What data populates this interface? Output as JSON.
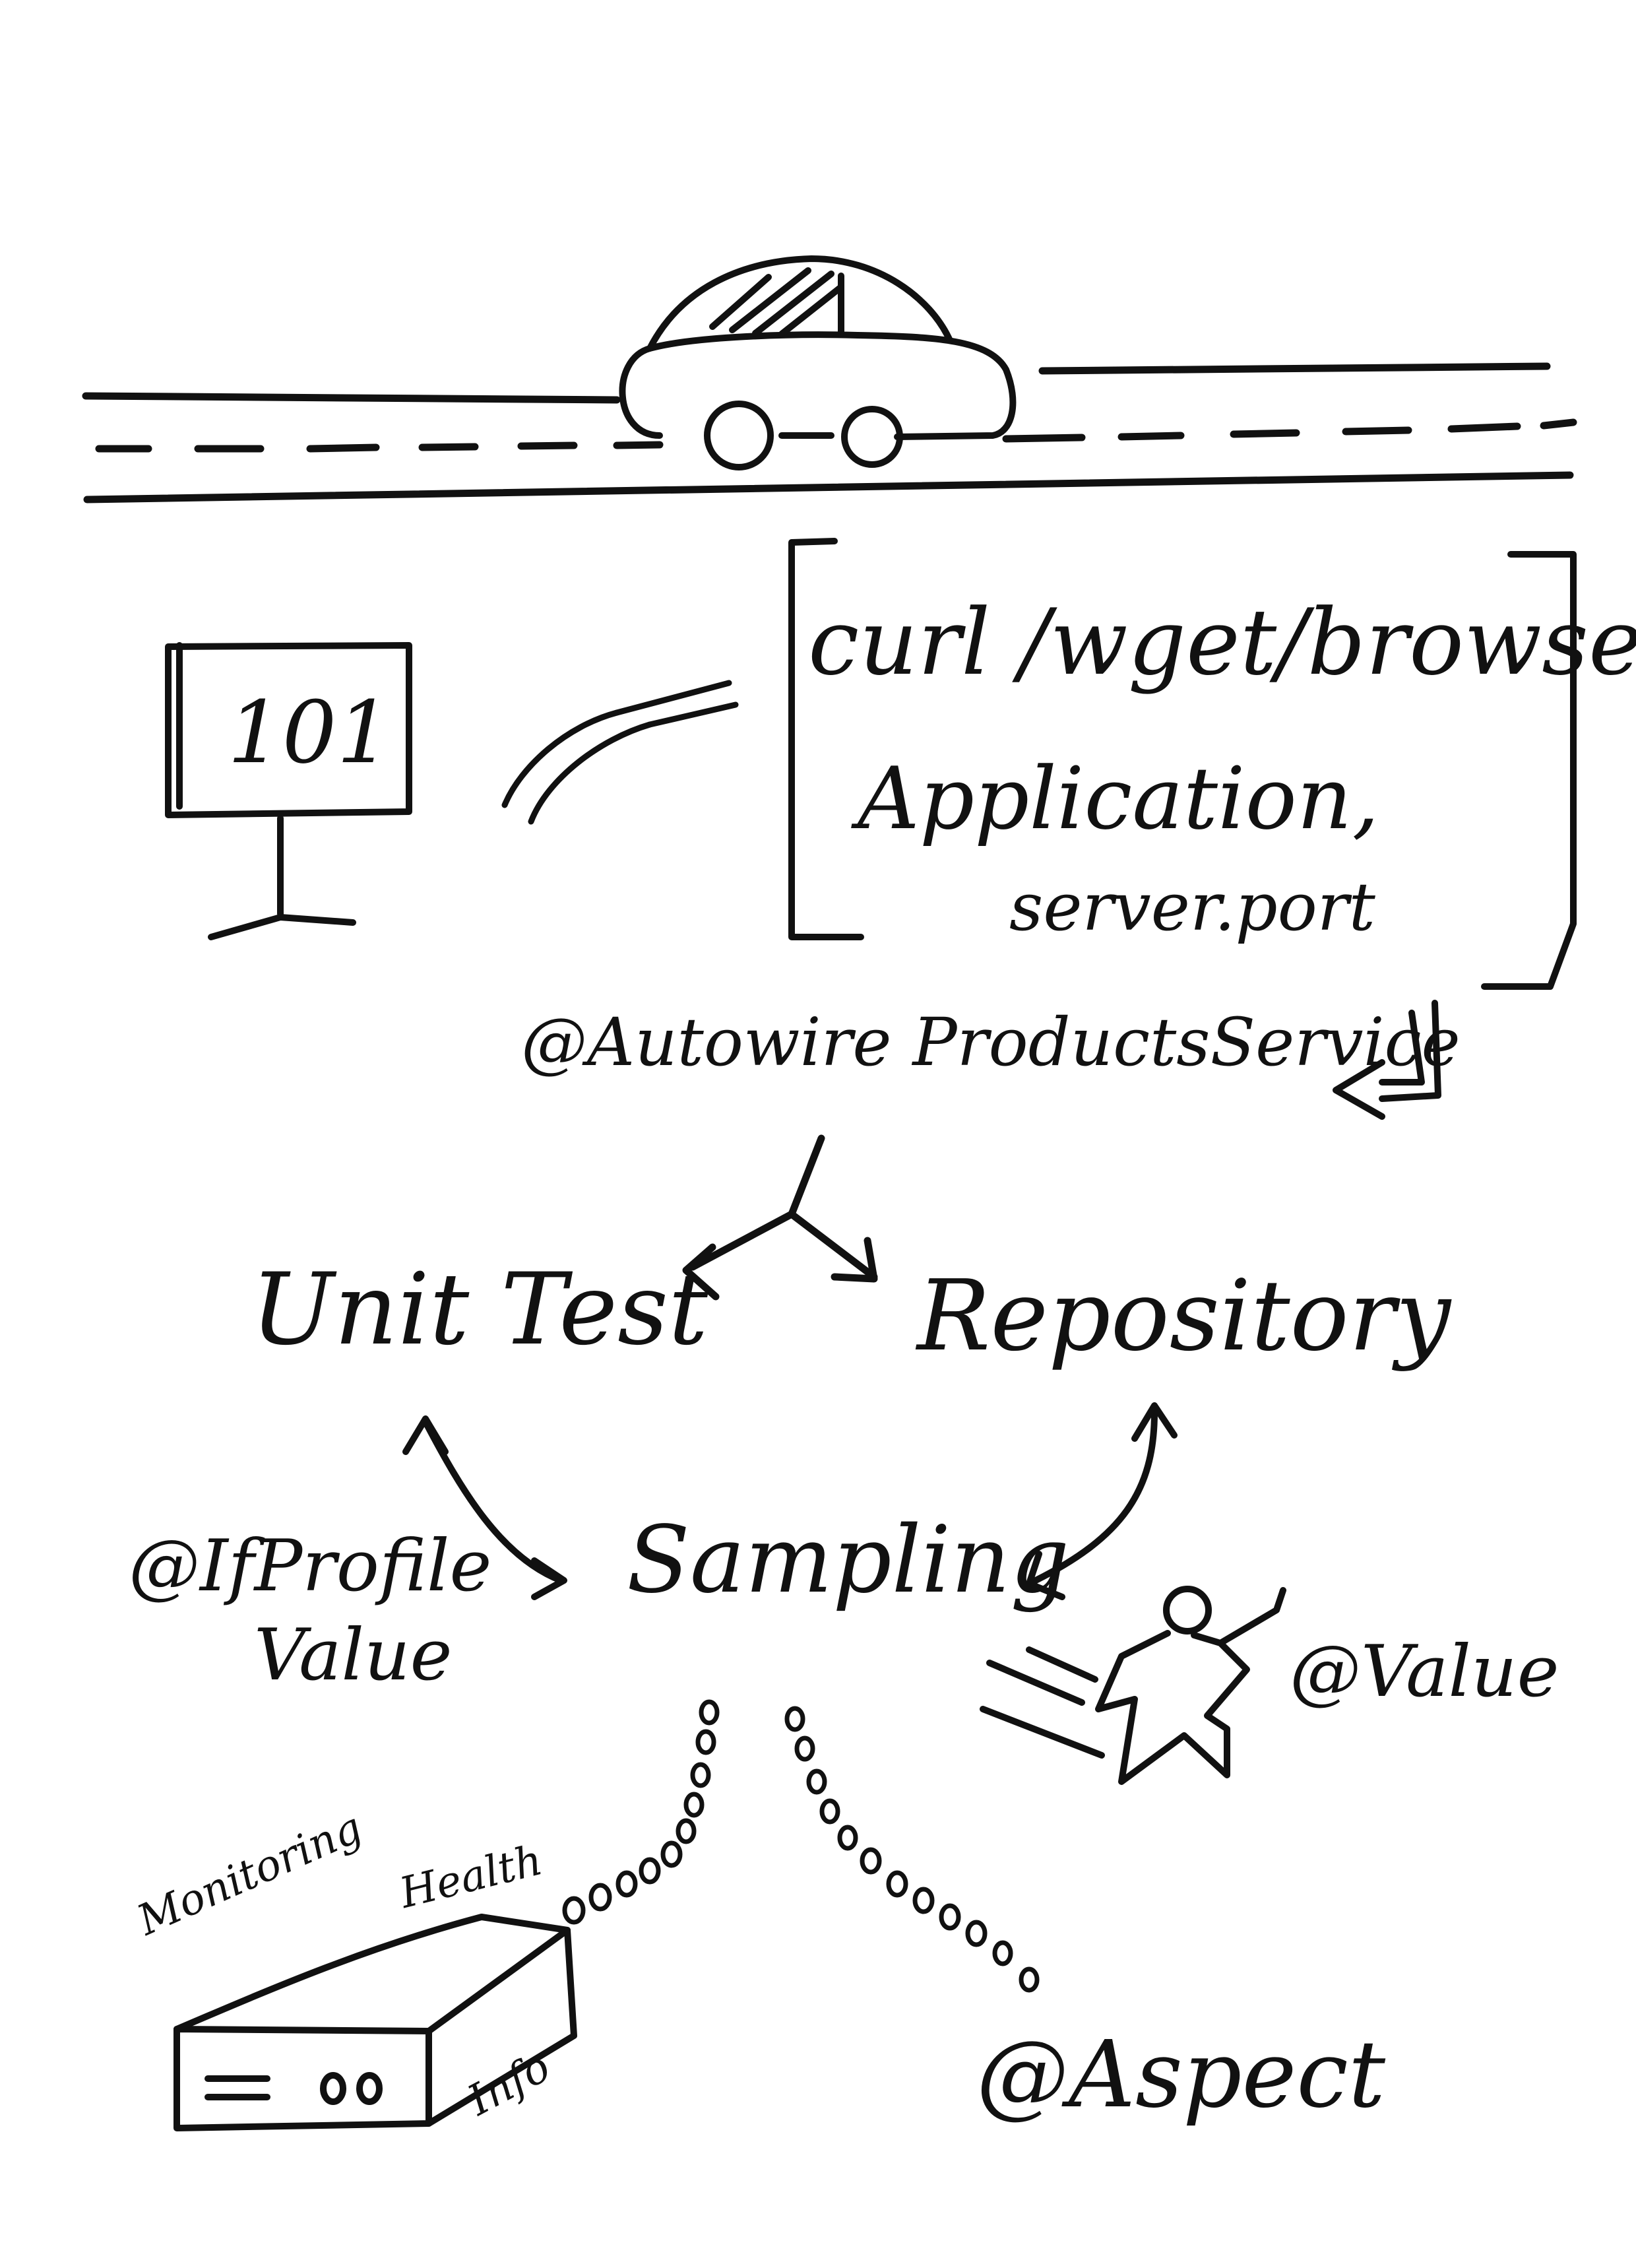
{
  "colors": {
    "ink": "#111111",
    "paper": "#ffffff"
  },
  "icons": [
    "car-icon",
    "road-sign-icon",
    "return-arrow-icon",
    "running-person-icon",
    "server-box-icon"
  ],
  "sign": {
    "number": "101"
  },
  "clients": {
    "line1": "curl /wget/browser",
    "line2": "Application,",
    "line3": "server.port"
  },
  "autowire": "@Autowire ProductsService",
  "unit_test": "Unit Test",
  "repository": "Repository",
  "sampling": "Sampling",
  "if_profile": {
    "line1": "@IfProfile",
    "line2": "Value"
  },
  "value": "@Value",
  "server_box": {
    "monitoring": "Monitoring",
    "health": "Health",
    "info": "Info"
  },
  "aspect": "@Aspect"
}
